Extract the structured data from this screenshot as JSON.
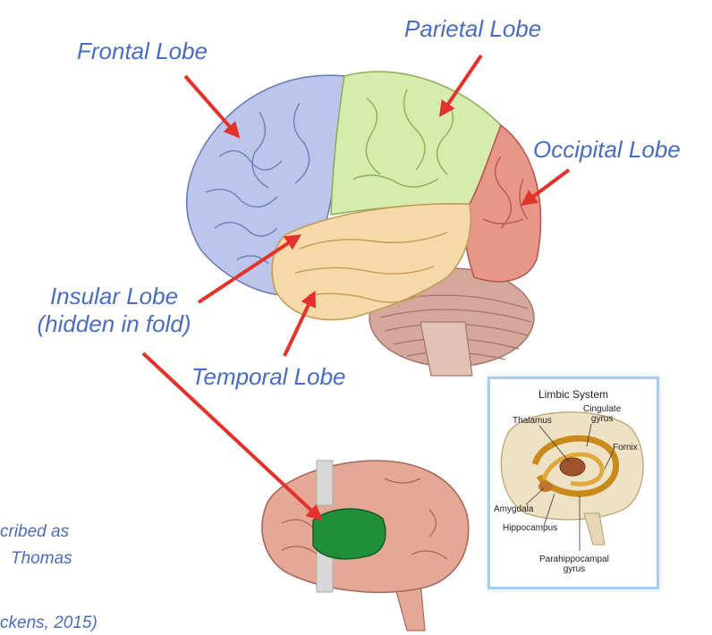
{
  "labels": {
    "frontal": "Frontal Lobe",
    "parietal": "Parietal Lobe",
    "occipital": "Occipital Lobe",
    "insular_line1": "Insular Lobe",
    "insular_line2": "(hidden in fold)",
    "temporal": "Temporal Lobe"
  },
  "cutoff_text": {
    "line1": "cribed as",
    "line2": "Thomas",
    "line3": "ckens, 2015)"
  },
  "inset": {
    "title": "Limbic System",
    "thalamus": "Thalamus",
    "cingulate_line1": "Cingulate",
    "cingulate_line2": "gyrus",
    "fornix": "Fornix",
    "amygdala": "Amygdala",
    "hippocampus": "Hippocampus",
    "parahippocampal_line1": "Parahippocampal",
    "parahippocampal_line2": "gyrus"
  },
  "colors": {
    "label_text": "#4a6cc0",
    "arrow": "#e3322b",
    "frontal": "#bcc6ea",
    "parietal": "#d6ecac",
    "occipital": "#e8958a",
    "temporal": "#f6d9a8",
    "cerebellum": "#d6a89c",
    "insula_highlight": "#1f8f3a",
    "lower_brain": "#e5a896",
    "inset_border": "#a9cdee"
  }
}
